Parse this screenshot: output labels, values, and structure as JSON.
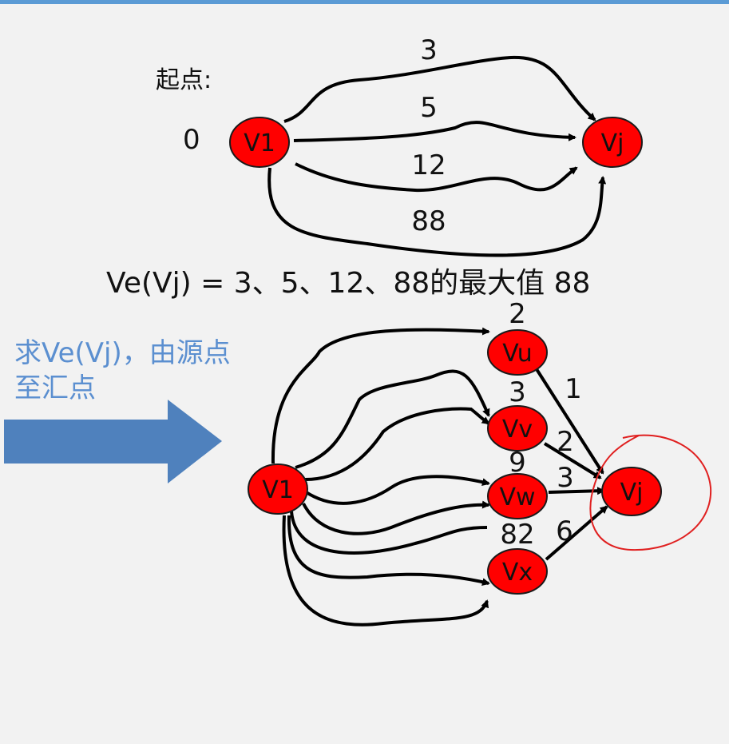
{
  "top": {
    "start_label": "起点:",
    "start_value": "0",
    "source_node": "V1",
    "target_node": "Vj",
    "edge_weights": [
      "3",
      "5",
      "12",
      "88"
    ]
  },
  "formula": "Ve(Vj) = 3、5、12、88的最大值 88",
  "caption": "求Ve(Vj)，由源点至汇点",
  "bottom": {
    "source_node": "V1",
    "middle_nodes": [
      {
        "name": "Vu",
        "in_weight": "2",
        "out_weight": "1"
      },
      {
        "name": "Vv",
        "in_weight": "3",
        "out_weight": "2"
      },
      {
        "name": "Vw",
        "in_weight": "9",
        "out_weight": "3"
      },
      {
        "name": "Vx",
        "in_weight": "82",
        "out_weight": "6"
      }
    ],
    "target_node": "Vj"
  },
  "colors": {
    "node_fill": "#ff0000",
    "edge": "#000000",
    "caption": "#5b8fd0",
    "arrow_shape": "#4f81bd",
    "highlight_circle": "#e02020",
    "top_bar": "#5b9bd5"
  }
}
